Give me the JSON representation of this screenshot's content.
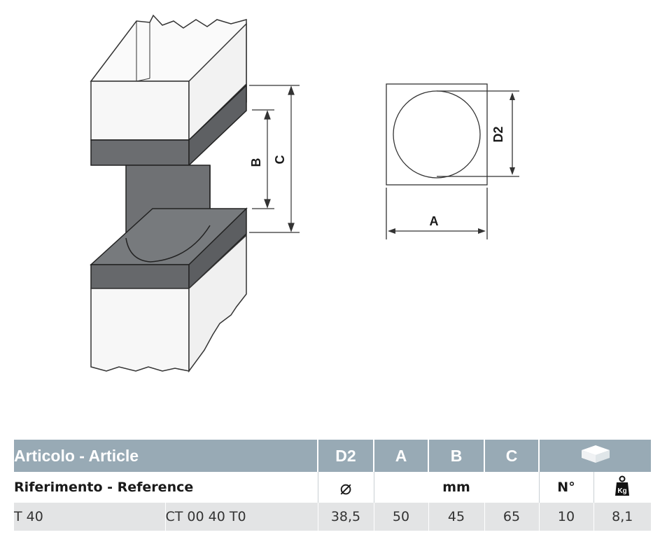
{
  "diagram": {
    "labels": {
      "b": "B",
      "c": "C",
      "d2": "D2",
      "a": "A"
    }
  },
  "table": {
    "header": {
      "article": "Articolo - Article",
      "d2": "D2",
      "a": "A",
      "b": "B",
      "c": "C"
    },
    "subheader": {
      "reference": "Riferimento - Reference",
      "diameter_symbol": "⌀",
      "unit": "mm",
      "qty": "N°",
      "weight_icon_text": "Kg"
    },
    "rows": [
      {
        "article": "T 40",
        "reference": "CT 00 40 T0",
        "d2": "38,5",
        "a": "50",
        "b": "45",
        "c": "65",
        "qty": "10",
        "weight": "8,1"
      }
    ]
  }
}
